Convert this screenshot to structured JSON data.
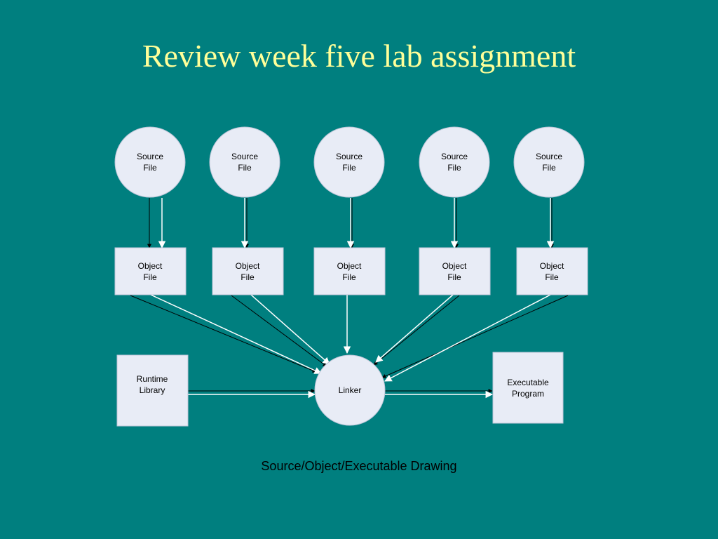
{
  "slide": {
    "title": "Review week five lab assignment",
    "caption": "Source/Object/Executable Drawing"
  },
  "colors": {
    "background": "#007F7F",
    "title": "#FFFF99",
    "node_fill": "#E8ECF6",
    "arrow": "#FFFFFF"
  },
  "diagram": {
    "source_files": [
      {
        "line1": "Source",
        "line2": "File"
      },
      {
        "line1": "Source",
        "line2": "File"
      },
      {
        "line1": "Source",
        "line2": "File"
      },
      {
        "line1": "Source",
        "line2": "File"
      },
      {
        "line1": "Source",
        "line2": "File"
      }
    ],
    "object_files": [
      {
        "line1": "Object",
        "line2": "File"
      },
      {
        "line1": "Object",
        "line2": "File"
      },
      {
        "line1": "Object",
        "line2": "File"
      },
      {
        "line1": "Object",
        "line2": "File"
      },
      {
        "line1": "Object",
        "line2": "File"
      }
    ],
    "runtime_library": {
      "line1": "Runtime",
      "line2": "Library"
    },
    "linker": {
      "label": "Linker"
    },
    "executable": {
      "line1": "Executable",
      "line2": "Program"
    }
  }
}
